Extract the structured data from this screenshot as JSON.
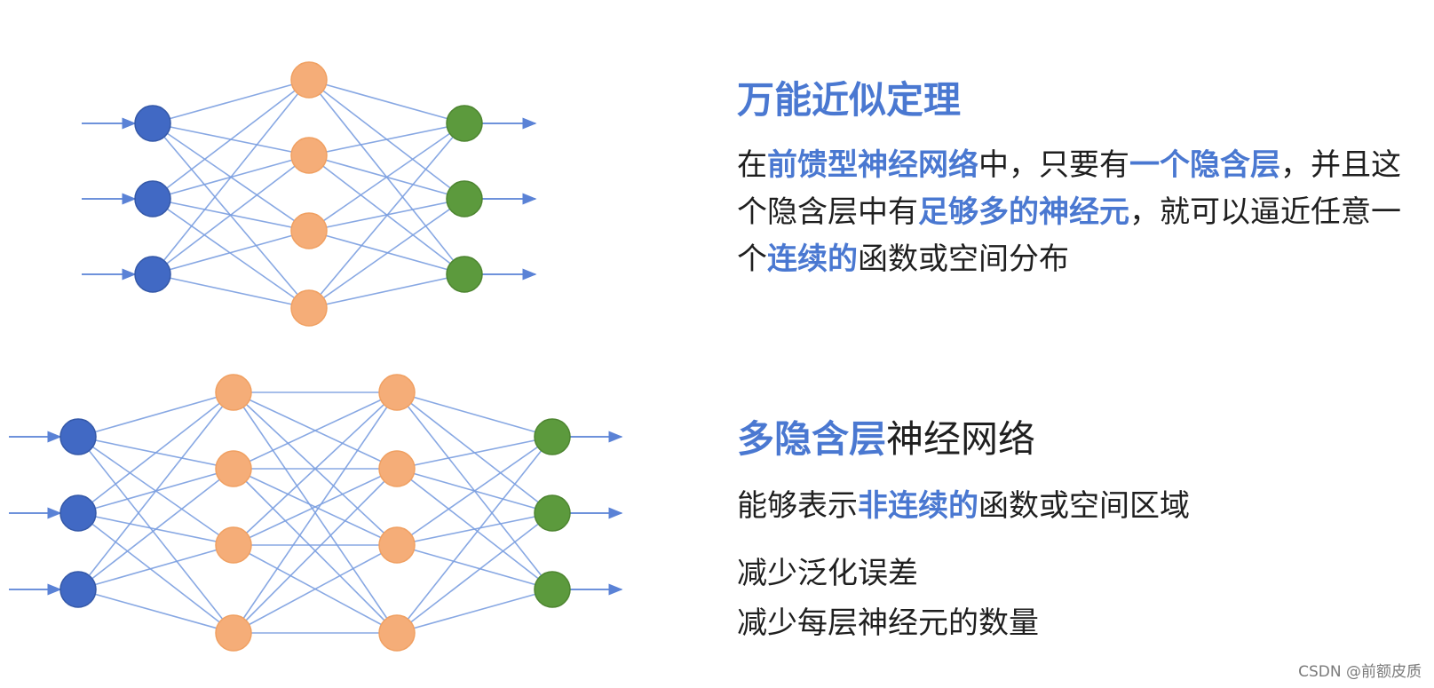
{
  "section1": {
    "title": "万能近似定理",
    "paragraph": [
      {
        "text": "在",
        "hl": false
      },
      {
        "text": "前馈型神经网络",
        "hl": true
      },
      {
        "text": "中，只要有",
        "hl": false
      },
      {
        "text": "一个隐含层",
        "hl": true
      },
      {
        "text": "，并且这个隐含层中有",
        "hl": false
      },
      {
        "text": "足够多的神经元",
        "hl": true
      },
      {
        "text": "，就可以逼近任意一个",
        "hl": false
      },
      {
        "text": "连续的",
        "hl": true
      },
      {
        "text": "函数或空间分布",
        "hl": false
      }
    ]
  },
  "section2": {
    "title_highlight": "多隐含层",
    "title_rest": "神经网络",
    "line1": [
      {
        "text": "能够表示",
        "hl": false
      },
      {
        "text": "非连续的",
        "hl": true
      },
      {
        "text": "函数或空间区域",
        "hl": false
      }
    ],
    "line2": "减少泛化误差",
    "line3": "减少每层神经元的数量"
  },
  "watermark": "CSDN @前额皮质",
  "colors": {
    "input": "#4169c4",
    "hidden": "#f5ad78",
    "output": "#5c9a3d",
    "edge": "#7b9fe0",
    "highlight": "#4a78d1"
  },
  "networks": [
    {
      "name": "single-hidden-layer-network",
      "layers": [
        3,
        4,
        3
      ],
      "role": [
        "input",
        "hidden",
        "output"
      ]
    },
    {
      "name": "multi-hidden-layer-network",
      "layers": [
        3,
        4,
        4,
        3
      ],
      "role": [
        "input",
        "hidden",
        "hidden",
        "output"
      ]
    }
  ]
}
